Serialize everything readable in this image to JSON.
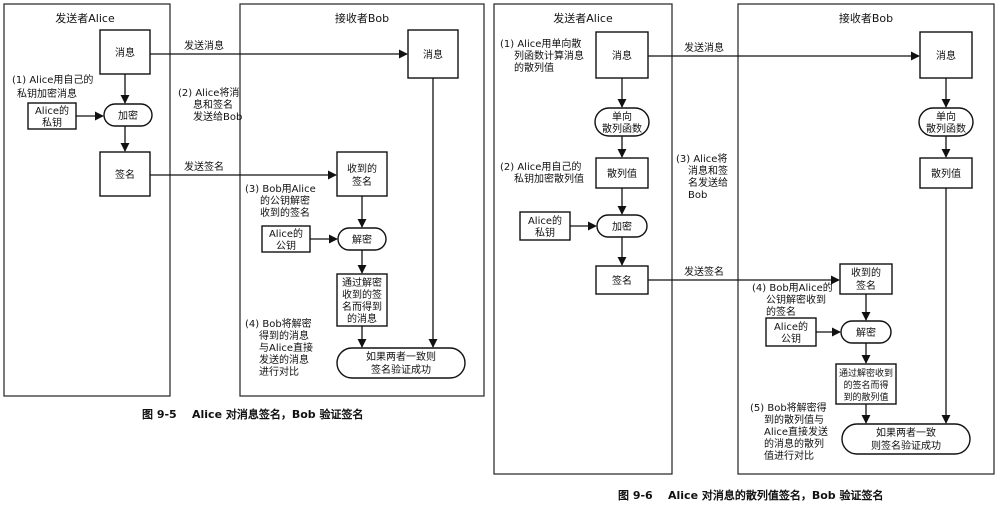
{
  "fig5": {
    "lane_sender": "发送者Alice",
    "lane_receiver": "接收者Bob",
    "msg": "消息",
    "encrypt": "加密",
    "sig": "签名",
    "alice_key": [
      "Alice的",
      "私钥"
    ],
    "step1": [
      "(1) Alice用自己的",
      "私钥加密消息"
    ],
    "step2": [
      "(2) Alice将消",
      "息和签名",
      "发送给Bob"
    ],
    "send_msg": "发送消息",
    "send_sig": "发送签名",
    "bob_msg": "消息",
    "recv_sig": [
      "收到的",
      "签名"
    ],
    "step3": [
      "(3) Bob用Alice",
      "的公钥解密",
      "收到的签名"
    ],
    "alice_pub": [
      "Alice的",
      "公钥"
    ],
    "decrypt": "解密",
    "decrypted": [
      "通过解密",
      "收到的签",
      "名而得到",
      "的消息"
    ],
    "step4": [
      "(4) Bob将解密",
      "得到的消息",
      "与Alice直接",
      "发送的消息",
      "进行对比"
    ],
    "verify": [
      "如果两者一致则",
      "签名验证成功"
    ],
    "caption_num": "图 9-5",
    "caption_text": "Alice 对消息签名，Bob 验证签名"
  },
  "fig6": {
    "lane_sender": "发送者Alice",
    "lane_receiver": "接收者Bob",
    "msg": "消息",
    "hashfn": [
      "单向",
      "散列函数"
    ],
    "hashval": "散列值",
    "encrypt": "加密",
    "sig": "签名",
    "alice_key": [
      "Alice的",
      "私钥"
    ],
    "step1": [
      "(1) Alice用单向散",
      "列函数计算消息",
      "的散列值"
    ],
    "step2": [
      "(2) Alice用自己的",
      "私钥加密散列值"
    ],
    "step3": [
      "(3) Alice将",
      "消息和签",
      "名发送给",
      "Bob"
    ],
    "send_msg": "发送消息",
    "send_sig": "发送签名",
    "bob_msg": "消息",
    "bob_hashfn": [
      "单向",
      "散列函数"
    ],
    "bob_hashval": "散列值",
    "recv_sig": [
      "收到的",
      "签名"
    ],
    "step4": [
      "(4) Bob用Alice的",
      "公钥解密收到",
      "的签名"
    ],
    "alice_pub": [
      "Alice的",
      "公钥"
    ],
    "decrypt": "解密",
    "decrypted": [
      "通过解密收到",
      "的签名而得",
      "到的散列值"
    ],
    "step5": [
      "(5) Bob将解密得",
      "到的散列值与",
      "Alice直接发送",
      "的消息的散列",
      "值进行对比"
    ],
    "verify": [
      "如果两者一致",
      "则签名验证成功"
    ],
    "caption_num": "图 9-6",
    "caption_text": "Alice 对消息的散列值签名，Bob 验证签名"
  }
}
